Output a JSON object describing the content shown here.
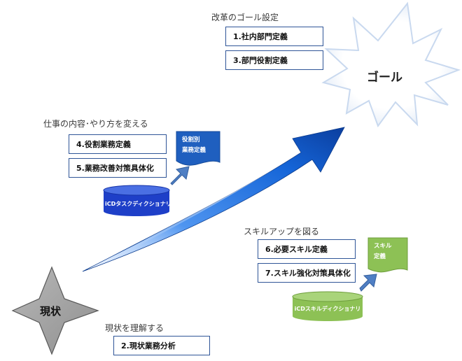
{
  "goal": {
    "label": "ゴール",
    "heading": "改革のゴール設定",
    "items": [
      "1.社内部門定義",
      "3.部門役割定義"
    ]
  },
  "work": {
    "heading": "仕事の内容･やり方を変える",
    "items": [
      "4.役割業務定義",
      "5.業務改善対策具体化"
    ],
    "document": {
      "line1": "役割別",
      "line2": "業務定義"
    },
    "database": "iCDタスクディクショナリ"
  },
  "skill": {
    "heading": "スキルアップを図る",
    "items": [
      "6.必要スキル定義",
      "7.スキル強化対策具体化"
    ],
    "document": {
      "line1": "スキル",
      "line2": "定義"
    },
    "database": "iCDスキルディクショナリ"
  },
  "current": {
    "label": "現状",
    "heading": "現状を理解する",
    "items": [
      "2.現状業務分析"
    ]
  },
  "colors": {
    "arrow_blue": "#1565d8",
    "doc_blue": "#1f5fbf",
    "db_blue": "#1e3fc8",
    "green": "#8dc155",
    "box_border": "#2f5597",
    "star_gray": "#a6a6a6",
    "burst_fill": "#ffffff",
    "burst_edge": "#c9d9ef"
  }
}
